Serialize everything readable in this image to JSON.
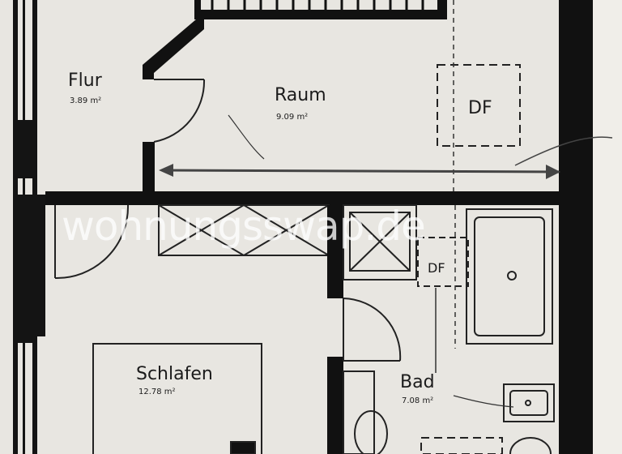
{
  "watermark": "wohnungsswap.de",
  "rooms": [
    {
      "id": "flur",
      "name": "Flur",
      "area": "3.89 m²"
    },
    {
      "id": "raum",
      "name": "Raum",
      "area": "9.09 m²"
    },
    {
      "id": "schlafen",
      "name": "Schlafen",
      "area": "12.78 m²"
    },
    {
      "id": "bad",
      "name": "Bad",
      "area": "7.08 m²"
    }
  ],
  "skylights": [
    "DF",
    "DF"
  ],
  "colors": {
    "wall": "#111111",
    "paper": "#e8e6e1",
    "line": "#2a2a2a"
  }
}
